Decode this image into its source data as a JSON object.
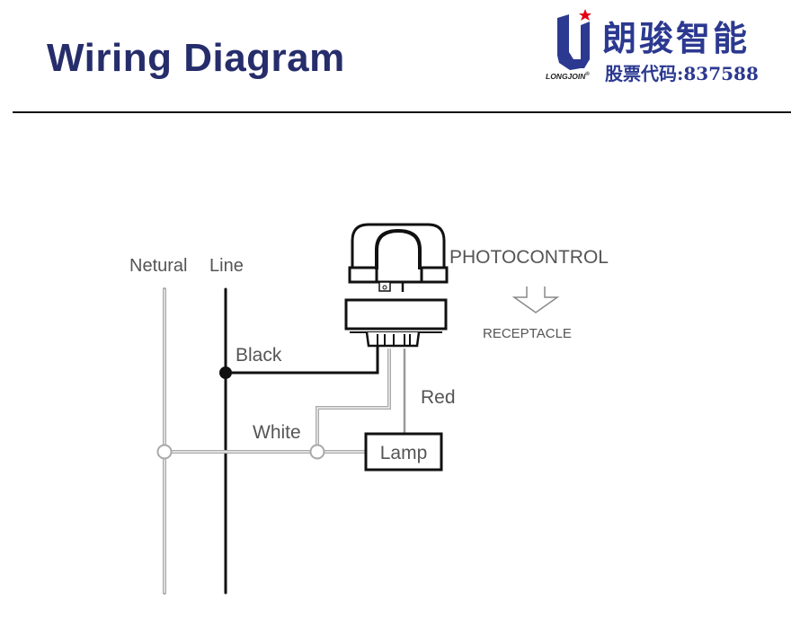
{
  "header": {
    "title": "Wiring Diagram"
  },
  "logo": {
    "company_name": "朗骏智能",
    "stock_code_label": "股票代码:837588",
    "brand": "LONGJOIN",
    "registered_mark": "®",
    "colors": {
      "brand_blue": "#2c3990",
      "star_red": "#e60012"
    }
  },
  "diagram": {
    "line_labels": {
      "neutral_line": "Netural",
      "line": "Line"
    },
    "wire_labels": {
      "black": "Black",
      "white": "White",
      "red": "Red"
    },
    "load_label": "Lamp",
    "legend": {
      "top": "PHOTOCONTROL",
      "bottom": "RECEPTACLE",
      "arrow": "down-arrow-icon"
    },
    "colors": {
      "live_wire": "#111111",
      "neutral_wire": "#a9a9a9",
      "text": "#555555"
    }
  }
}
